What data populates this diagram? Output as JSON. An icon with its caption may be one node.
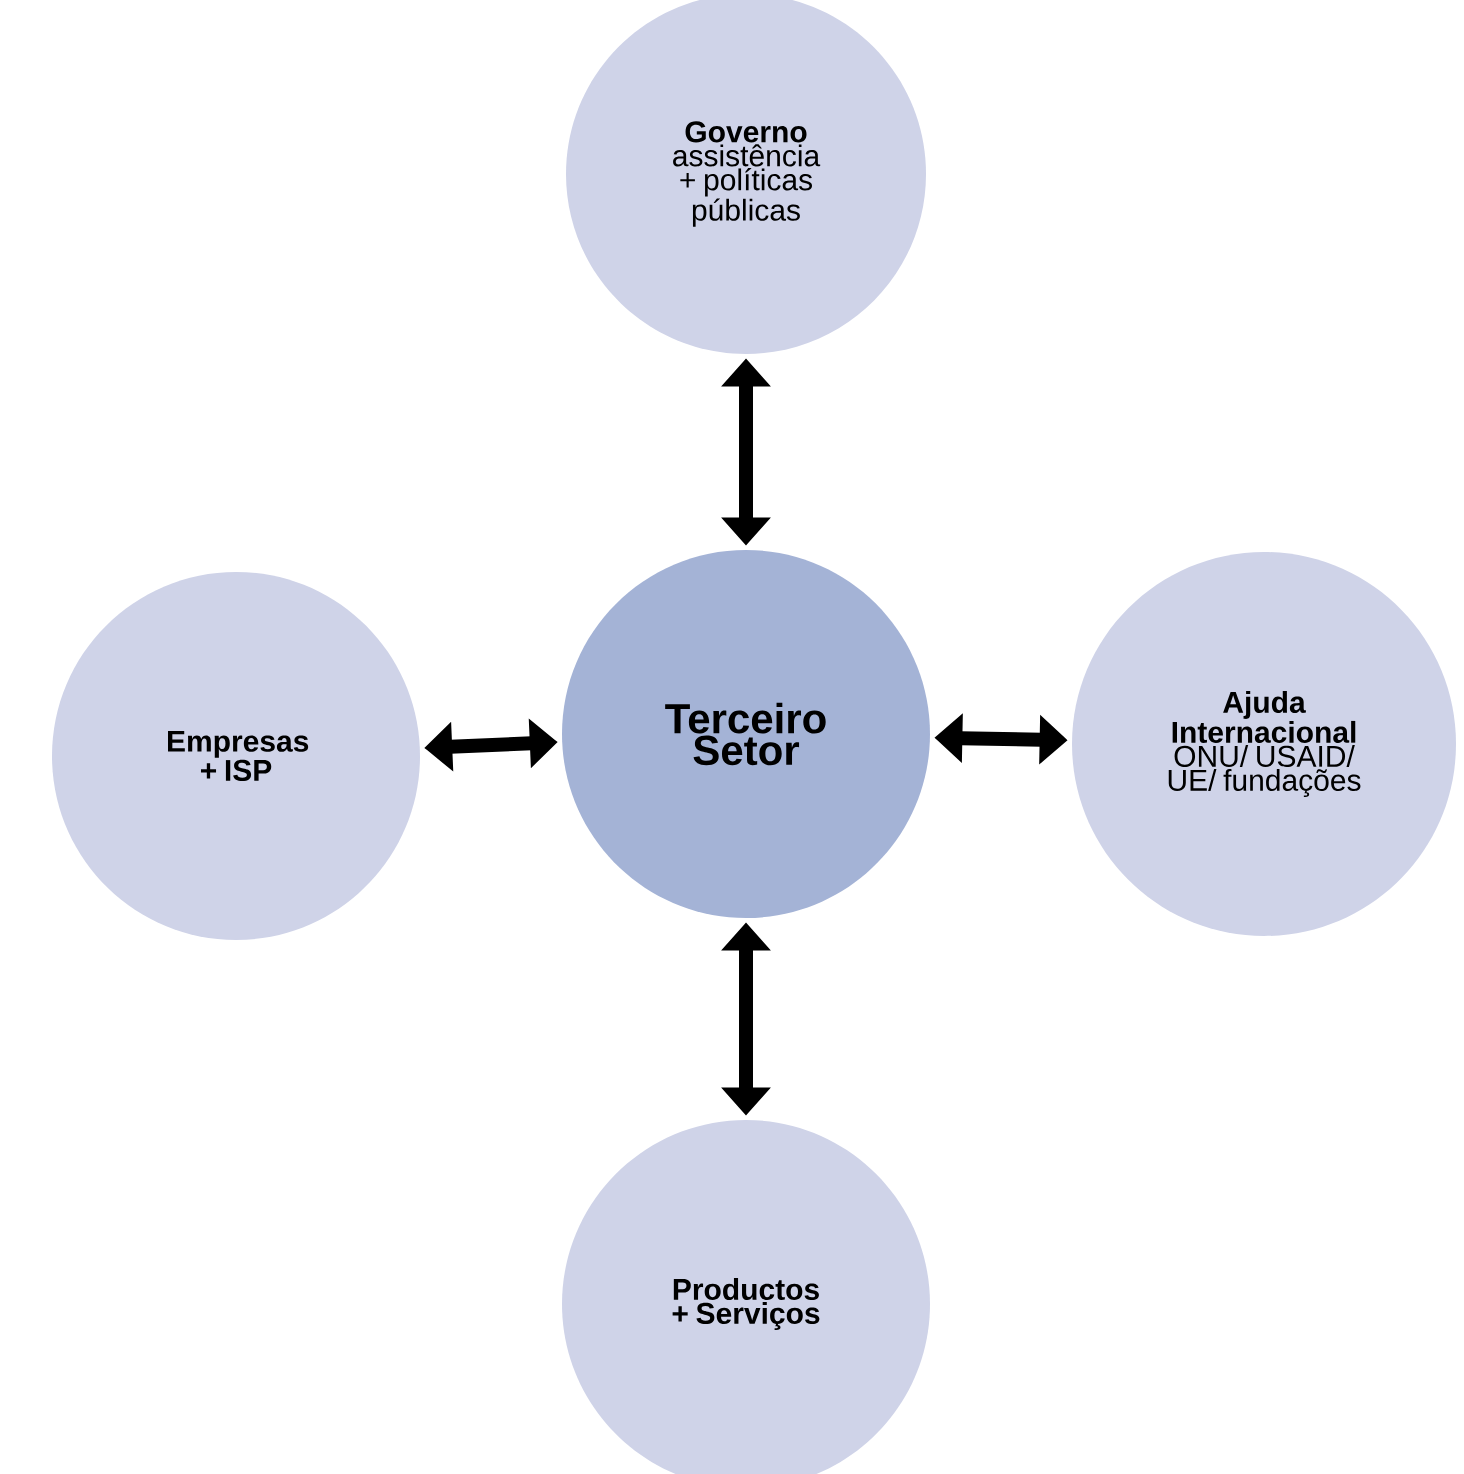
{
  "diagram": {
    "nodes": [
      {
        "text": [
          "Governo",
          "assistência + políticas públicas"
        ]
      },
      {
        "text": [
          "Empresas + ISP"
        ]
      },
      {
        "text": [
          "Terceiro Setor"
        ]
      },
      {
        "text": [
          "Ajuda Internacional",
          "ONU/ USAID/ UE/ fundações"
        ]
      },
      {
        "text": [
          "Productos + Serviços"
        ]
      }
    ],
    "edges": [
      {
        "from": 2,
        "to": 0,
        "arrow": "both"
      },
      {
        "from": 2,
        "to": 1,
        "arrow": "both"
      },
      {
        "from": 2,
        "to": 3,
        "arrow": "both"
      },
      {
        "from": 2,
        "to": 4,
        "arrow": "both"
      }
    ]
  }
}
